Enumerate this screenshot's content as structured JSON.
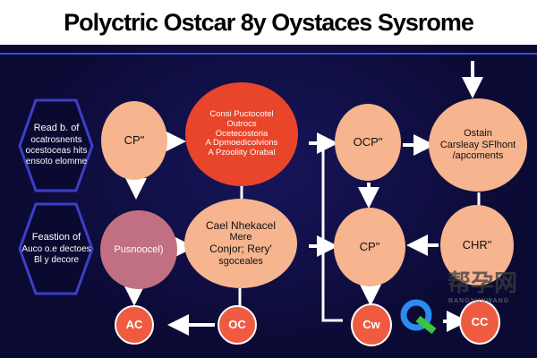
{
  "title": "Polyctric Ostcar 8y Oystaces Sysrome",
  "hexagons": [
    {
      "lines": [
        "Read b. of",
        "ocatrosnents",
        "ocestoceas hits",
        "ensoto elomme"
      ]
    },
    {
      "lines": [
        "Feastion of",
        "Auco o.e dectoes",
        "Bl y decore"
      ]
    }
  ],
  "nodes": {
    "cp1": "CP\"",
    "red_big": [
      "Consi Puctocotel",
      "Outrocs",
      "Ocetecostoria",
      "A Dpmoedicolvions",
      "A Pzooliity Orabal"
    ],
    "pseudo": "Pusnoocel)",
    "cael": [
      "Cael Nhekacel",
      "Mere",
      "Conjor; Rery'",
      "sgoceales"
    ],
    "ac": "AC",
    "oc": "OC",
    "ocp": "OCP\"",
    "ostain": [
      "Ostain",
      "Carsleay SFlhont",
      "/apcoments"
    ],
    "cp2": "CP\"",
    "chr": "CHR\"",
    "cw": "Cw",
    "cc": "CC"
  },
  "watermark": {
    "cn": "帮孕网",
    "en": "BANGYUNWANG"
  },
  "colors": {
    "bg": "#0b0a33",
    "peach": "#f6b48f",
    "red": "#e8452a",
    "mauve": "#c07080",
    "accent": "#ef5b40"
  }
}
